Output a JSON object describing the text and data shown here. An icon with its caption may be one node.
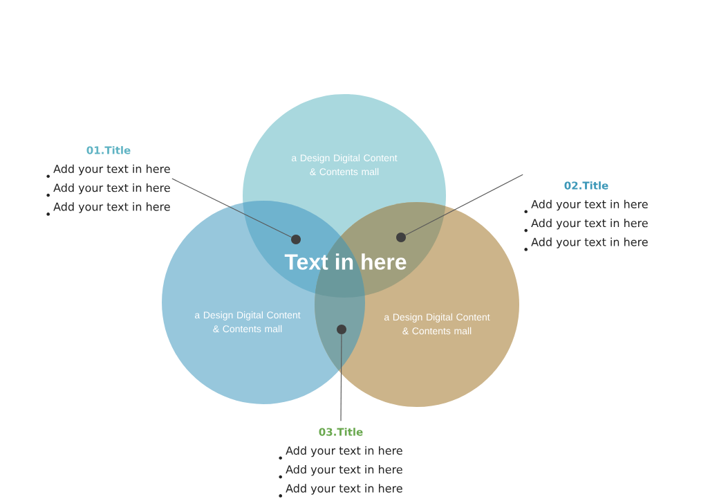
{
  "diagram": {
    "nodes": [
      {
        "text": [
          "a Design Digital Content & Contents mall"
        ]
      },
      {
        "text": [
          "a Design Digital Content & Contents mall"
        ]
      },
      {
        "text": [
          "a Design Digital Content & Contents mall"
        ]
      },
      {
        "text": [
          "01.Title",
          "Add your text in here",
          "Add your text in here",
          "Add your text in here"
        ]
      },
      {
        "text": [
          "02.Title",
          "Add your text in here",
          "Add your text in here",
          "Add your text in here"
        ]
      },
      {
        "text": [
          "03.Title",
          "Add your text in here",
          "Add your text in here",
          "Add your text in here"
        ]
      },
      {
        "text": [],
        "shape": "circle"
      },
      {
        "text": [],
        "shape": "circle"
      },
      {
        "text": [],
        "shape": "circle"
      }
    ],
    "edges": [
      {
        "from": 3,
        "to": 6,
        "arrow": "none"
      },
      {
        "from": 4,
        "to": 7,
        "arrow": "none"
      },
      {
        "from": 5,
        "to": 8,
        "arrow": "none"
      }
    ],
    "labels": [
      "Text in here"
    ]
  }
}
